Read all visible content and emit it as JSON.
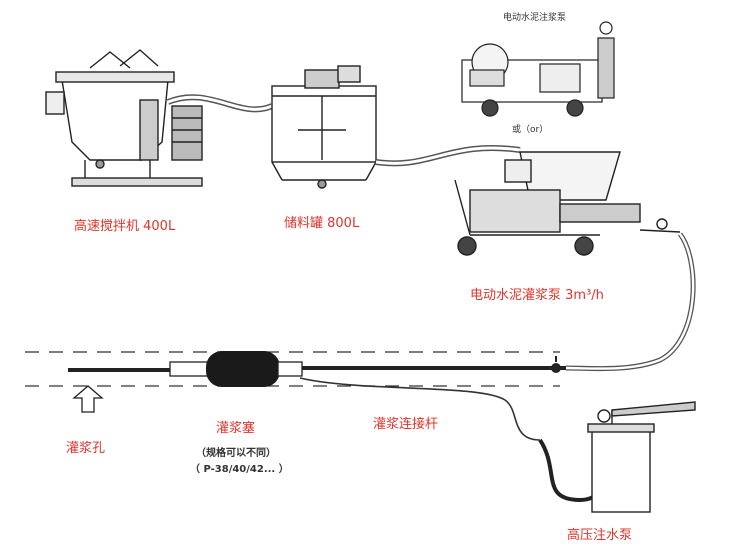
{
  "labels": {
    "mixer": "高速搅拌机 400L",
    "storage_tank": "储料罐 800L",
    "grout_pump": "电动水泥灌浆泵 3m³/h",
    "alt_pump_title": "电动水泥注浆泵",
    "or_text": "或（or）",
    "grout_hole": "灌浆孔",
    "packer": "灌浆塞",
    "packer_spec_1": "（规格可以不同）",
    "packer_spec_2": "（ P-38/40/42... ）",
    "connect_rod": "灌浆连接杆",
    "hp_pump": "高压注水泵"
  },
  "colors": {
    "label_red": "#e0352b",
    "line": "#222222",
    "hose": "#555555",
    "packer_fill": "#1a1a1a"
  }
}
